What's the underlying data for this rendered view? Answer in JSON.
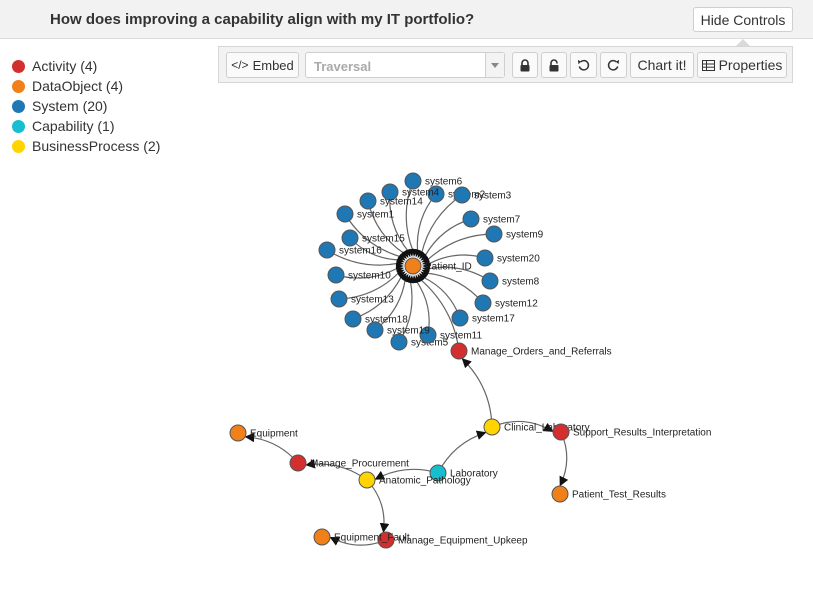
{
  "header": {
    "title": "How does improving a capability align with my IT portfolio?",
    "hide_controls": "Hide Controls"
  },
  "toolbar": {
    "embed": "Embed",
    "traversal": "Traversal",
    "chart_it": "Chart it!",
    "properties": "Properties"
  },
  "legend": [
    {
      "label": "Activity (4)",
      "color": "#d32f2f"
    },
    {
      "label": "DataObject (4)",
      "color": "#f0801a"
    },
    {
      "label": "System (20)",
      "color": "#1f77b4"
    },
    {
      "label": "Capability (1)",
      "color": "#17becf"
    },
    {
      "label": "BusinessProcess (2)",
      "color": "#ffd400"
    }
  ],
  "colors": {
    "Activity": "#d32f2f",
    "DataObject": "#f0801a",
    "System": "#1f77b4",
    "Capability": "#17becf",
    "BusinessProcess": "#ffd400"
  },
  "graph": {
    "nodes": [
      {
        "id": "Patient_ID",
        "label": "Patient_ID",
        "type": "DataObject"
      },
      {
        "id": "system1",
        "label": "system1",
        "type": "System"
      },
      {
        "id": "system2",
        "label": "system2",
        "type": "System"
      },
      {
        "id": "system3",
        "label": "system3",
        "type": "System"
      },
      {
        "id": "system4",
        "label": "system4",
        "type": "System"
      },
      {
        "id": "system5",
        "label": "system5",
        "type": "System"
      },
      {
        "id": "system6",
        "label": "system6",
        "type": "System"
      },
      {
        "id": "system7",
        "label": "system7",
        "type": "System"
      },
      {
        "id": "system8",
        "label": "system8",
        "type": "System"
      },
      {
        "id": "system9",
        "label": "system9",
        "type": "System"
      },
      {
        "id": "system10",
        "label": "system10",
        "type": "System"
      },
      {
        "id": "system11",
        "label": "system11",
        "type": "System"
      },
      {
        "id": "system12",
        "label": "system12",
        "type": "System"
      },
      {
        "id": "system13",
        "label": "system13",
        "type": "System"
      },
      {
        "id": "system14",
        "label": "system14",
        "type": "System"
      },
      {
        "id": "system15",
        "label": "system15",
        "type": "System"
      },
      {
        "id": "system16",
        "label": "system16",
        "type": "System"
      },
      {
        "id": "system17",
        "label": "system17",
        "type": "System"
      },
      {
        "id": "system18",
        "label": "system18",
        "type": "System"
      },
      {
        "id": "system19",
        "label": "system19",
        "type": "System"
      },
      {
        "id": "system20",
        "label": "system20",
        "type": "System"
      },
      {
        "id": "Manage_Orders_and_Referrals",
        "label": "Manage_Orders_and_Referrals",
        "type": "Activity"
      },
      {
        "id": "Clinical_Laboratory",
        "label": "Clinical_Laboratory",
        "type": "BusinessProcess"
      },
      {
        "id": "Support_Results_Interpretation",
        "label": "Support_Results_Interpretation",
        "type": "Activity"
      },
      {
        "id": "Patient_Test_Results",
        "label": "Patient_Test_Results",
        "type": "DataObject"
      },
      {
        "id": "Laboratory",
        "label": "Laboratory",
        "type": "Capability"
      },
      {
        "id": "Anatomic_Pathology",
        "label": "Anatomic_Pathology",
        "type": "BusinessProcess"
      },
      {
        "id": "Manage_Procurement",
        "label": "Manage_Procurement",
        "type": "Activity"
      },
      {
        "id": "Equipment",
        "label": "Equipment",
        "type": "DataObject"
      },
      {
        "id": "Manage_Equipment_Upkeep",
        "label": "Manage_Equipment_Upkeep",
        "type": "Activity"
      },
      {
        "id": "Equipment_Fault",
        "label": "Equipment_Fault",
        "type": "DataObject"
      }
    ],
    "edges": [
      [
        "system1",
        "Patient_ID"
      ],
      [
        "system2",
        "Patient_ID"
      ],
      [
        "system3",
        "Patient_ID"
      ],
      [
        "system4",
        "Patient_ID"
      ],
      [
        "system5",
        "Patient_ID"
      ],
      [
        "system6",
        "Patient_ID"
      ],
      [
        "system7",
        "Patient_ID"
      ],
      [
        "system8",
        "Patient_ID"
      ],
      [
        "system9",
        "Patient_ID"
      ],
      [
        "system10",
        "Patient_ID"
      ],
      [
        "system11",
        "Patient_ID"
      ],
      [
        "system12",
        "Patient_ID"
      ],
      [
        "system13",
        "Patient_ID"
      ],
      [
        "system14",
        "Patient_ID"
      ],
      [
        "system15",
        "Patient_ID"
      ],
      [
        "system16",
        "Patient_ID"
      ],
      [
        "system17",
        "Patient_ID"
      ],
      [
        "system18",
        "Patient_ID"
      ],
      [
        "system19",
        "Patient_ID"
      ],
      [
        "system20",
        "Patient_ID"
      ],
      [
        "Manage_Orders_and_Referrals",
        "Patient_ID"
      ],
      [
        "Clinical_Laboratory",
        "Manage_Orders_and_Referrals"
      ],
      [
        "Clinical_Laboratory",
        "Support_Results_Interpretation"
      ],
      [
        "Support_Results_Interpretation",
        "Patient_Test_Results"
      ],
      [
        "Laboratory",
        "Clinical_Laboratory"
      ],
      [
        "Laboratory",
        "Anatomic_Pathology"
      ],
      [
        "Anatomic_Pathology",
        "Manage_Procurement"
      ],
      [
        "Manage_Procurement",
        "Equipment"
      ],
      [
        "Anatomic_Pathology",
        "Manage_Equipment_Upkeep"
      ],
      [
        "Manage_Equipment_Upkeep",
        "Equipment_Fault"
      ]
    ]
  }
}
